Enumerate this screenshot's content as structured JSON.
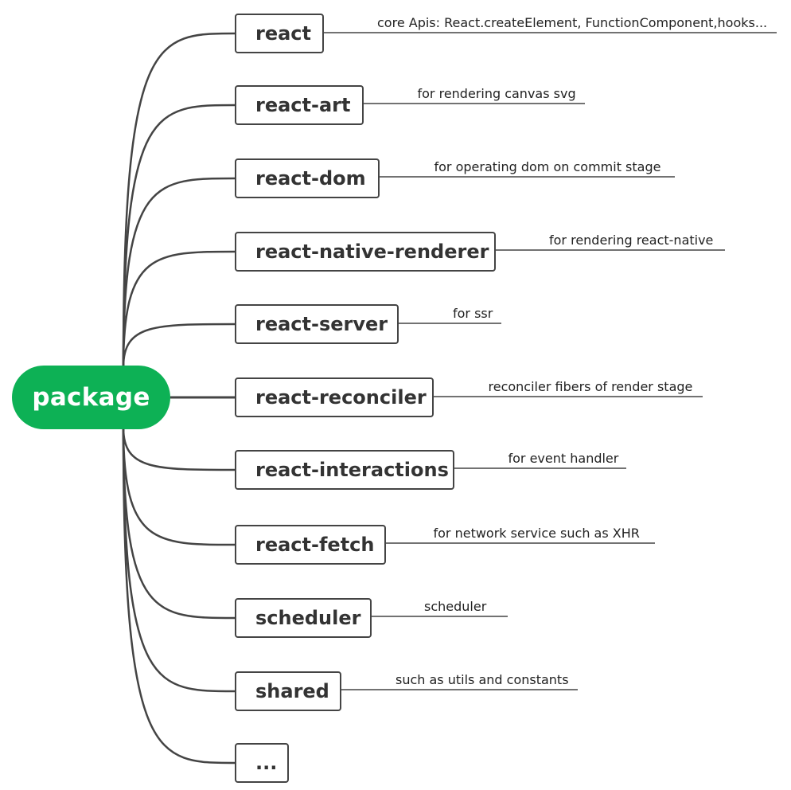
{
  "root": {
    "label": "package",
    "color": "#0db155"
  },
  "line_color": "#444444",
  "packages": [
    {
      "name": "react",
      "description": "core Apis: React.createElement, FunctionComponent,hooks..."
    },
    {
      "name": "react-art",
      "description": "for rendering canvas svg"
    },
    {
      "name": "react-dom",
      "description": "for operating dom on commit stage"
    },
    {
      "name": "react-native-renderer",
      "description": "for rendering react-native"
    },
    {
      "name": "react-server",
      "description": "for ssr"
    },
    {
      "name": "react-reconciler",
      "description": "reconciler fibers of render stage"
    },
    {
      "name": "react-interactions",
      "description": "for event handler"
    },
    {
      "name": "react-fetch",
      "description": "for network service such as  XHR"
    },
    {
      "name": "scheduler",
      "description": "scheduler"
    },
    {
      "name": "shared",
      "description": "such as utils and constants"
    },
    {
      "name": "...",
      "description": ""
    }
  ]
}
